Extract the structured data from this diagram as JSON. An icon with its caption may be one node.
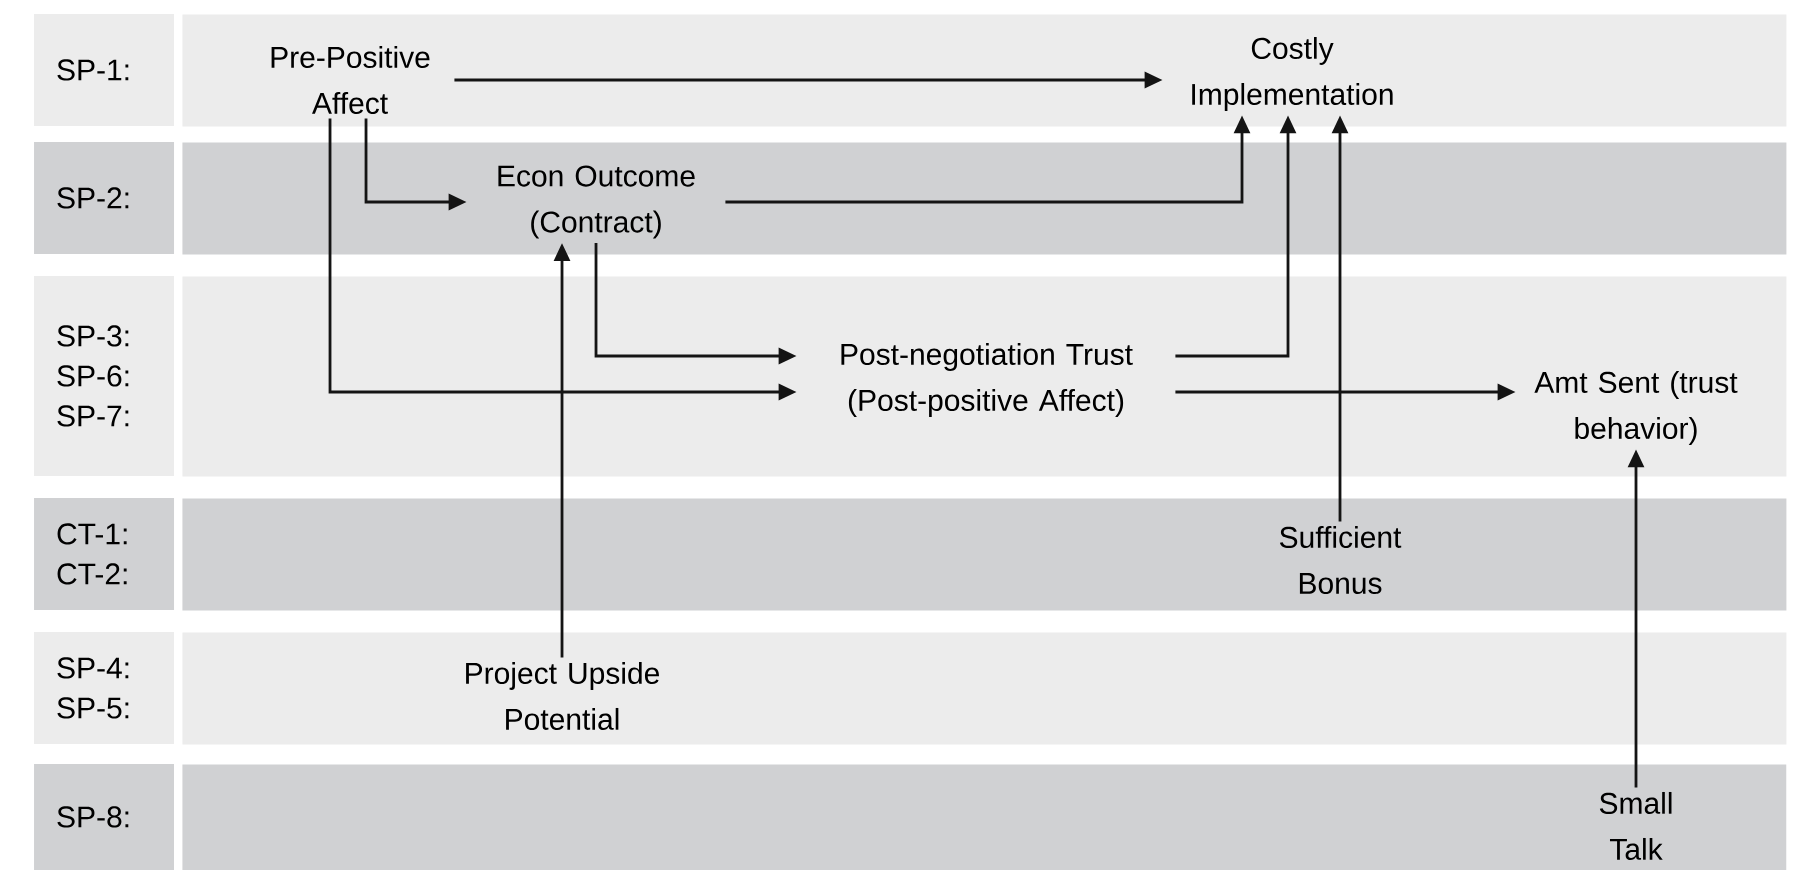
{
  "diagram": {
    "nodes": [
      {
        "text": [
          "SP-1:"
        ]
      },
      {
        "text": [],
        "shape": "box"
      },
      {
        "text": [
          "Pre-Positive Affect"
        ],
        "in": 1
      },
      {
        "text": [
          "Costly Implementation"
        ],
        "in": 1
      },
      {
        "text": [
          "SP-2:"
        ]
      },
      {
        "text": [],
        "shape": "box"
      },
      {
        "text": [
          "Econ Outcome (Contract)"
        ],
        "in": 5
      },
      {
        "text": [
          "SP-3: SP-6: SP-7:"
        ]
      },
      {
        "text": [],
        "shape": "box"
      },
      {
        "text": [
          "Post-negotiation Trust (Post-positive Affect)"
        ],
        "in": 8
      },
      {
        "text": [
          "Amt Sent (trust behavior)"
        ],
        "in": 8
      },
      {
        "text": [
          "CT-1: CT-2:"
        ]
      },
      {
        "text": [],
        "shape": "box"
      },
      {
        "text": [
          "Sufficient Bonus"
        ],
        "in": 12
      },
      {
        "text": [
          "SP-4: SP-5:"
        ]
      },
      {
        "text": [],
        "shape": "box"
      },
      {
        "text": [
          "Project Upside Potential"
        ],
        "in": 15
      },
      {
        "text": [
          "SP-8:"
        ]
      },
      {
        "text": [],
        "shape": "box"
      },
      {
        "text": [
          "Small Talk"
        ],
        "in": 18
      }
    ],
    "edges": [
      {
        "from": 2,
        "to": 3,
        "arrow": "to"
      },
      {
        "from": 2,
        "to": 6,
        "arrow": "to"
      },
      {
        "from": 2,
        "to": 9,
        "arrow": "to"
      },
      {
        "from": 6,
        "to": 3,
        "arrow": "to"
      },
      {
        "from": 6,
        "to": 9,
        "arrow": "to"
      },
      {
        "from": 9,
        "to": 3,
        "arrow": "to"
      },
      {
        "from": 9,
        "to": 10,
        "arrow": "to"
      },
      {
        "from": 13,
        "to": 3,
        "arrow": "to"
      },
      {
        "from": 16,
        "to": 6,
        "arrow": "to"
      },
      {
        "from": 19,
        "to": 10,
        "arrow": "to"
      }
    ]
  }
}
